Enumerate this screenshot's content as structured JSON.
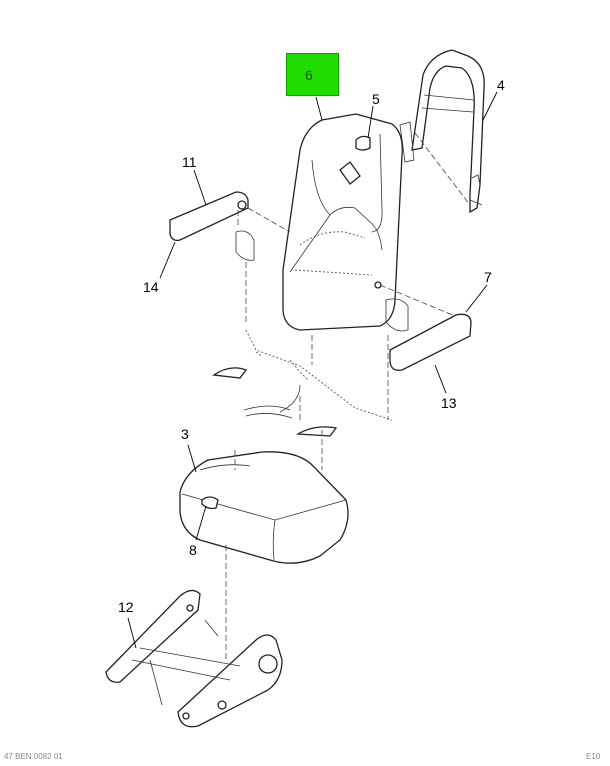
{
  "diagram": {
    "highlight_color": "#22dd00",
    "callouts": {
      "c3": "3",
      "c4": "4",
      "c5": "5",
      "c6": "6",
      "c7": "7",
      "c8": "8",
      "c11": "11",
      "c12": "12",
      "c13": "13",
      "c14": "14"
    },
    "footer_left": "47 BEN 0082 01",
    "footer_right": "E10"
  }
}
